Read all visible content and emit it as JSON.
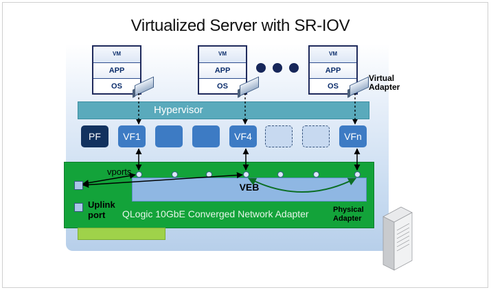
{
  "title": "Virtualized Server with SR-IOV",
  "vms": [
    {
      "vm": "VM",
      "app": "APP",
      "os": "OS"
    },
    {
      "vm": "VM",
      "app": "APP",
      "os": "OS"
    },
    {
      "vm": "VM",
      "app": "APP",
      "os": "OS"
    }
  ],
  "virtual_adapter_label": "Virtual\nAdapter",
  "hypervisor_label": "Hypervisor",
  "functions": [
    "PF",
    "VF1",
    "",
    "",
    "VF4",
    "",
    "",
    "VFn"
  ],
  "vports_label": "vports",
  "veb_label": "VEB",
  "uplink_label": "Uplink\nport",
  "adapter_label": "QLogic 10GbE Converged Network Adapter",
  "physical_adapter_label": "Physical\nAdapter",
  "colors": {
    "hypervisor": "#5aaabc",
    "pf": "#12325f",
    "vf": "#3d7bc4",
    "adapter": "#13a33a",
    "veb": "#8fb7e3",
    "accent_bar": "#9fd24a"
  }
}
